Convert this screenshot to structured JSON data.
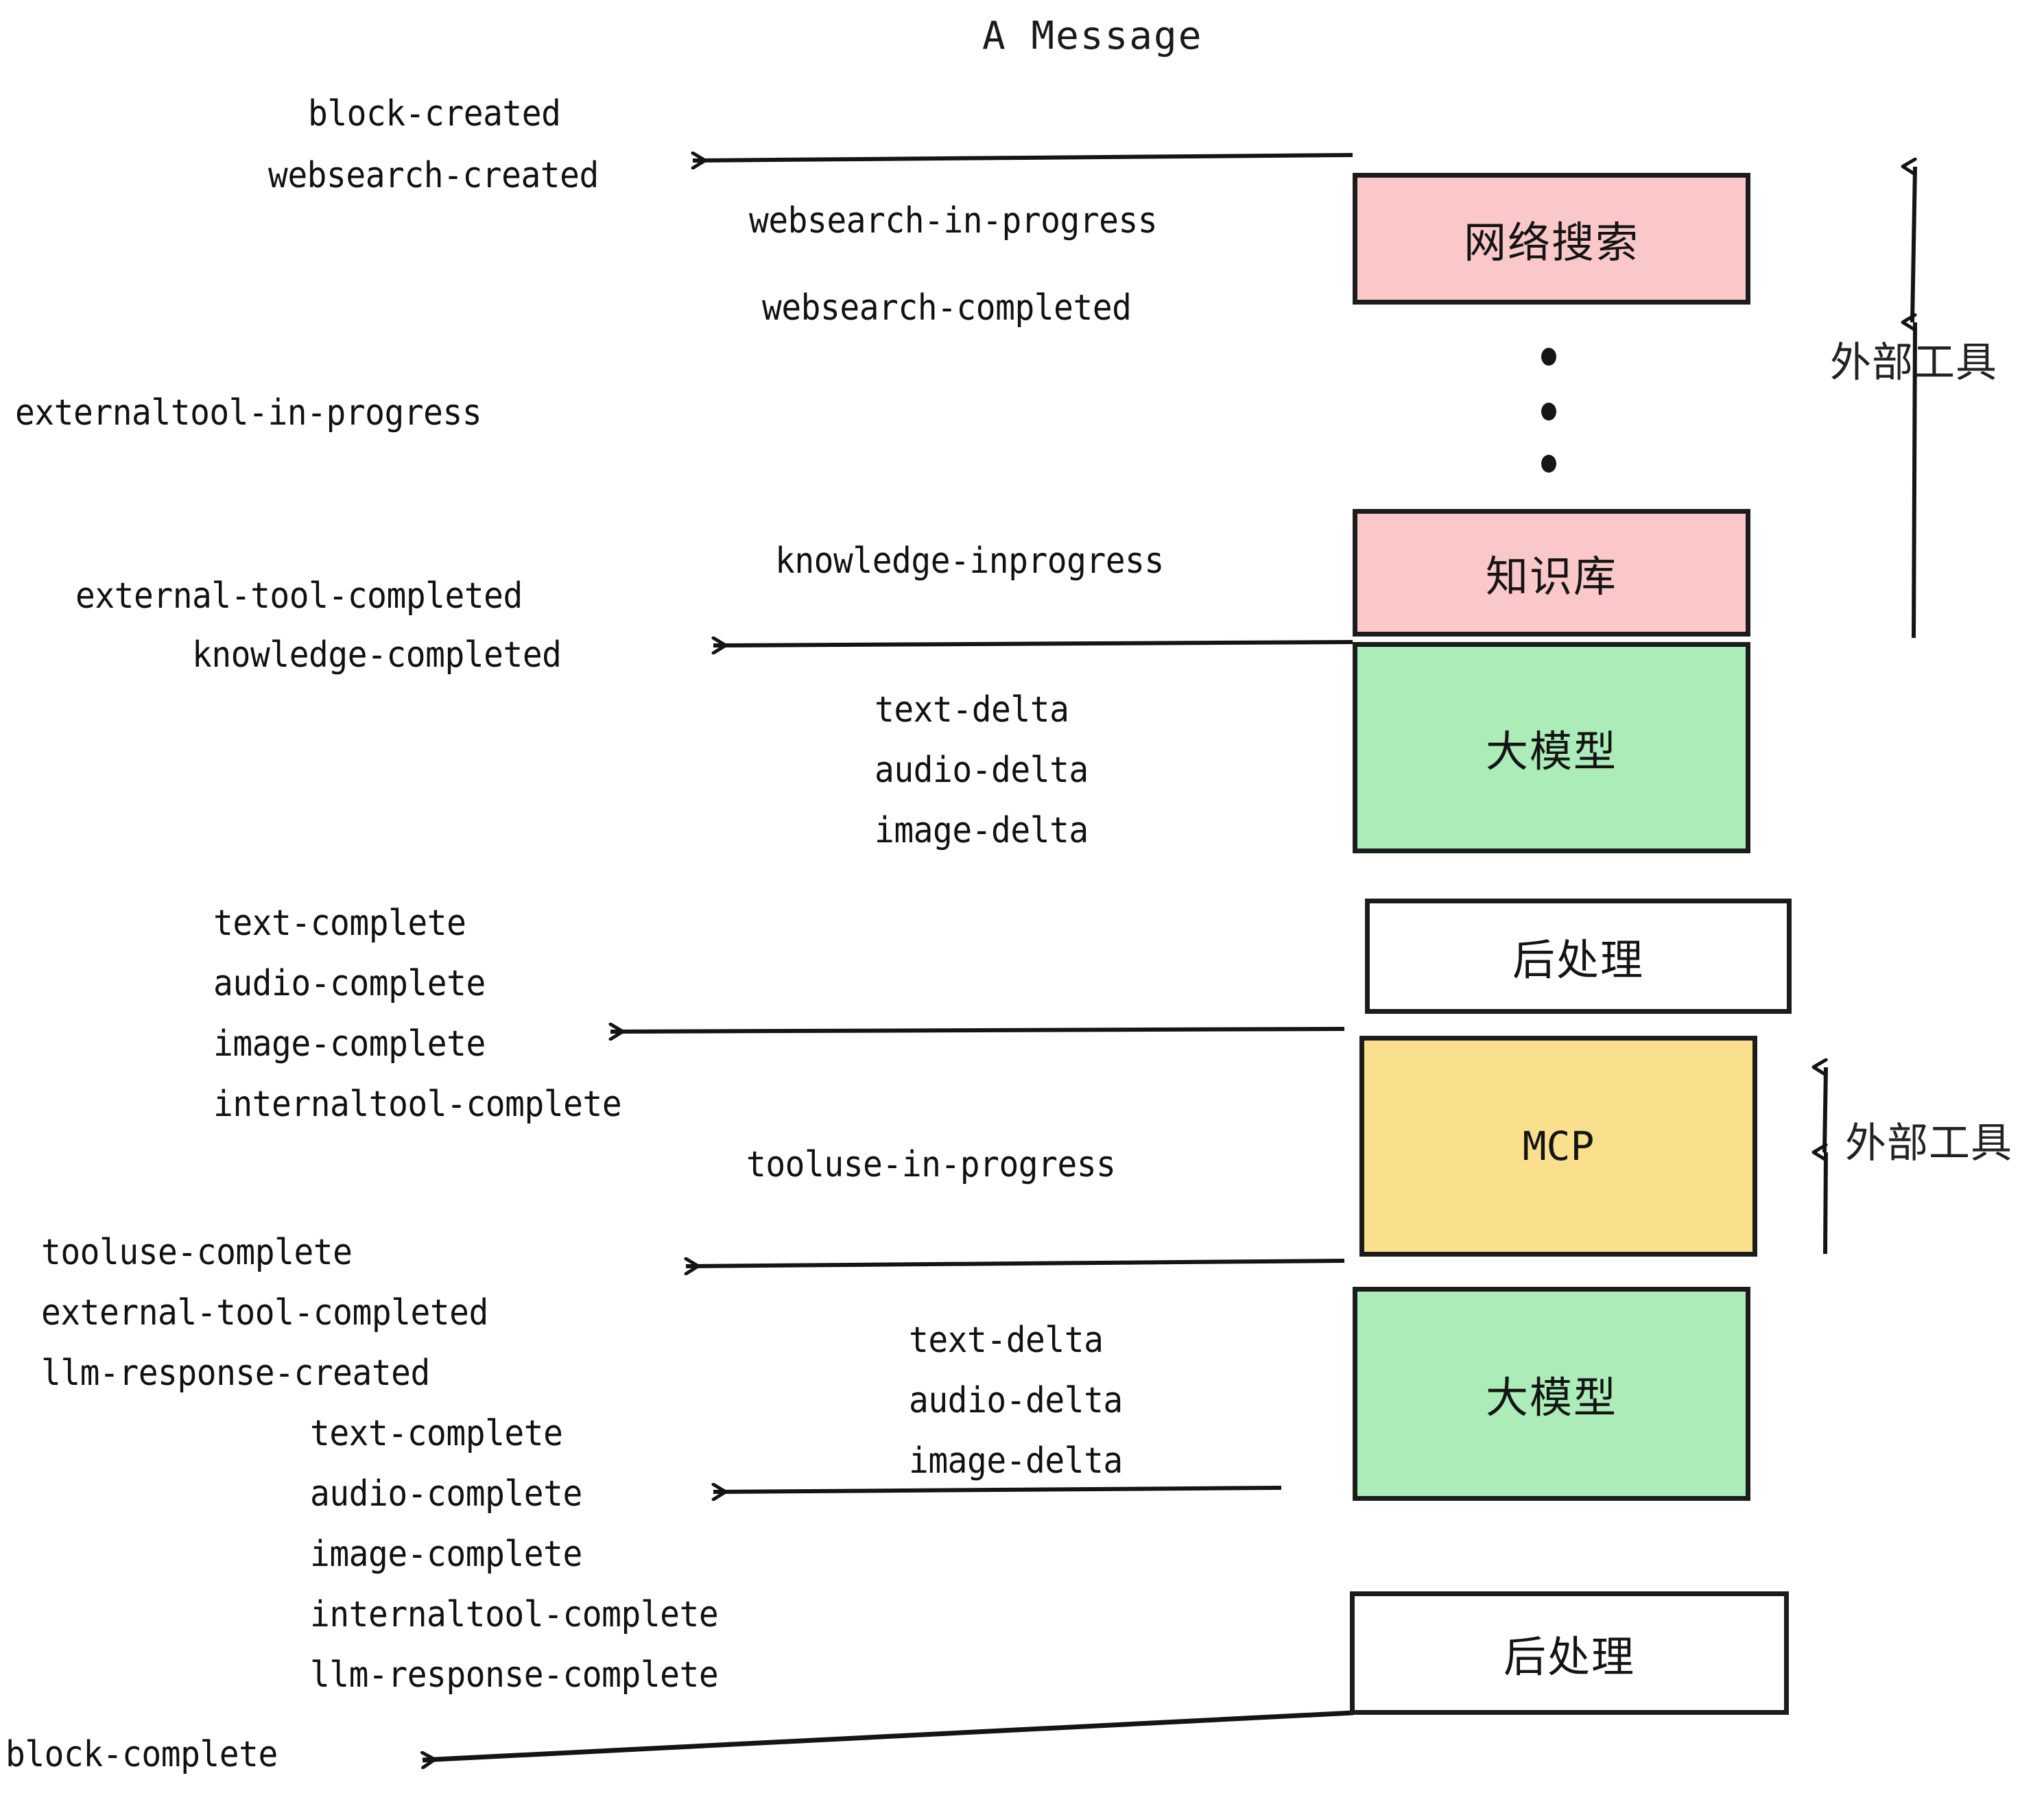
{
  "diagram": {
    "title": "A Message",
    "colors": {
      "pink": "#fac8c8",
      "green": "#abecb8",
      "yellow": "#fae08d",
      "white": "#ffffff",
      "stroke": "#1c1c1c",
      "text": "#111111",
      "background": "#ffffff"
    },
    "boxes": [
      {
        "id": "websearch",
        "label": "网络搜索",
        "fill": "pink"
      },
      {
        "id": "knowledge",
        "label": "知识库",
        "fill": "pink"
      },
      {
        "id": "llm-1",
        "label": "大模型",
        "fill": "green"
      },
      {
        "id": "postprocess-1",
        "label": "后处理",
        "fill": "white"
      },
      {
        "id": "mcp",
        "label": "MCP",
        "fill": "yellow"
      },
      {
        "id": "llm-2",
        "label": "大模型",
        "fill": "green"
      },
      {
        "id": "postprocess-2",
        "label": "后处理",
        "fill": "white"
      }
    ],
    "side_annotations": [
      {
        "id": "external-tools-top",
        "label": "外部工具"
      },
      {
        "id": "external-tools-bottom",
        "label": "外部工具"
      }
    ],
    "events": {
      "block_created": "block-created",
      "websearch_created": "websearch-created",
      "websearch_in_progress": "websearch-in-progress",
      "websearch_completed": "websearch-completed",
      "externaltool_in_progress": "externaltool-in-progress",
      "knowledge_inprogress": "knowledge-inprogress",
      "external_tool_completed_1": "external-tool-completed",
      "knowledge_completed": "knowledge-completed",
      "text_delta_1": "text-delta",
      "audio_delta_1": "audio-delta",
      "image_delta_1": "image-delta",
      "text_complete_1": "text-complete",
      "audio_complete_1": "audio-complete",
      "image_complete_1": "image-complete",
      "internaltool_complete_1": "internaltool-complete",
      "tooluse_in_progress": "tooluse-in-progress",
      "tooluse_complete": "tooluse-complete",
      "external_tool_completed_2": "external-tool-completed",
      "llm_response_created": "llm-response-created",
      "text_delta_2": "text-delta",
      "audio_delta_2": "audio-delta",
      "image_delta_2": "image-delta",
      "text_complete_2": "text-complete",
      "audio_complete_2": "audio-complete",
      "image_complete_2": "image-complete",
      "internaltool_complete_2": "internaltool-complete",
      "llm_response_complete": "llm-response-complete",
      "block_complete": "block-complete"
    }
  }
}
